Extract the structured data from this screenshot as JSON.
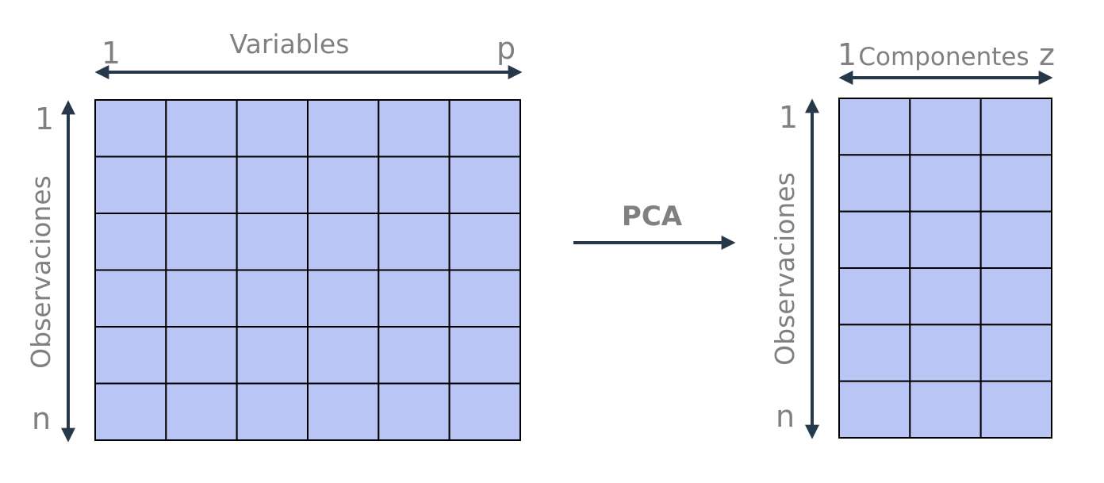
{
  "colors": {
    "cell_fill": "#b8c5f5",
    "cell_border": "#000000",
    "arrow": "#263849",
    "label": "#808080"
  },
  "input_matrix": {
    "rows": 6,
    "cols": 6,
    "col_label": "Variables",
    "col_start": "1",
    "col_end": "p",
    "row_label": "Observaciones",
    "row_start": "1",
    "row_end": "n"
  },
  "transform": {
    "label": "PCA"
  },
  "output_matrix": {
    "rows": 6,
    "cols": 3,
    "col_label": "Componentes",
    "col_start": "1",
    "col_end": "z",
    "row_label": "Observaciones",
    "row_start": "1",
    "row_end": "n"
  }
}
